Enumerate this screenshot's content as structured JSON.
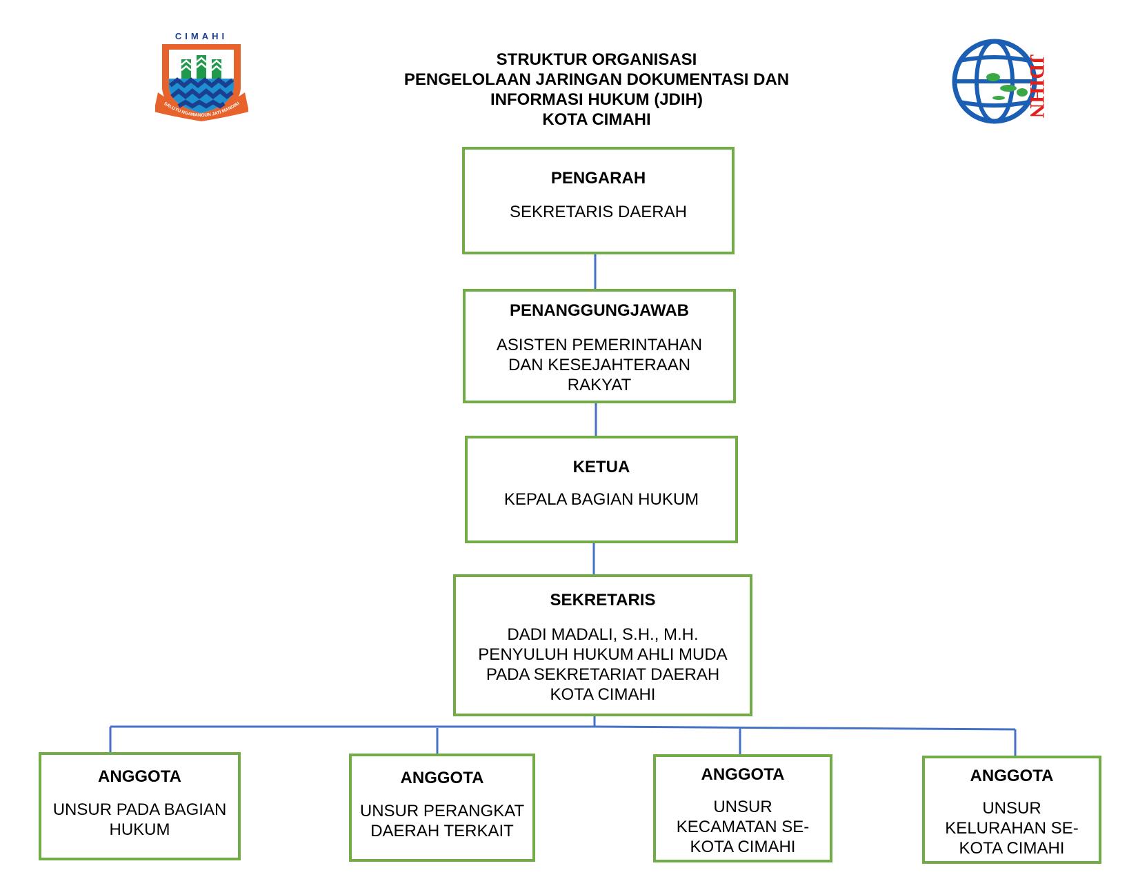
{
  "title": {
    "lines": [
      "STRUKTUR ORGANISASI",
      "PENGELOLAAN JARINGAN DOKUMENTASI DAN",
      "INFORMASI HUKUM (JDIH)",
      "KOTA CIMAHI"
    ]
  },
  "logos": {
    "cimahi": {
      "top_text": "CIMAHI",
      "ribbon_text": "SALUYU NGAWANGUN JATI MANDIRI",
      "colors": {
        "orange": "#e8622c",
        "green": "#1f9a4c",
        "blue": "#1e8fd0",
        "navy": "#1b3f8f"
      }
    },
    "jdihn": {
      "text": "JDIHN",
      "colors": {
        "globe": "#1b5fb5",
        "text": "#e0201b",
        "map": "#3aa845"
      }
    }
  },
  "colors": {
    "box_border": "#71ac47",
    "connector": "#4472c4"
  },
  "nodes": {
    "pengarah": {
      "role": "PENGARAH",
      "desc": [
        "SEKRETARIS DAERAH"
      ]
    },
    "penanggungjawab": {
      "role": "PENANGGUNGJAWAB",
      "desc": [
        "ASISTEN PEMERINTAHAN",
        "DAN KESEJAHTERAAN",
        "RAKYAT"
      ]
    },
    "ketua": {
      "role": "KETUA",
      "desc": [
        "KEPALA BAGIAN HUKUM"
      ]
    },
    "sekretaris": {
      "role": "SEKRETARIS",
      "desc": [
        "DADI MADALI, S.H., M.H.",
        "PENYULUH HUKUM AHLI MUDA",
        "PADA SEKRETARIAT DAERAH",
        "KOTA CIMAHI"
      ]
    },
    "anggota_1": {
      "role": "ANGGOTA",
      "desc": [
        "UNSUR PADA BAGIAN",
        "HUKUM"
      ]
    },
    "anggota_2": {
      "role": "ANGGOTA",
      "desc": [
        "UNSUR PERANGKAT",
        "DAERAH TERKAIT"
      ]
    },
    "anggota_3": {
      "role": "ANGGOTA",
      "desc": [
        "UNSUR",
        "KECAMATAN SE-",
        "KOTA CIMAHI"
      ]
    },
    "anggota_4": {
      "role": "ANGGOTA",
      "desc": [
        "UNSUR",
        "KELURAHAN SE-",
        "KOTA CIMAHI"
      ]
    }
  }
}
